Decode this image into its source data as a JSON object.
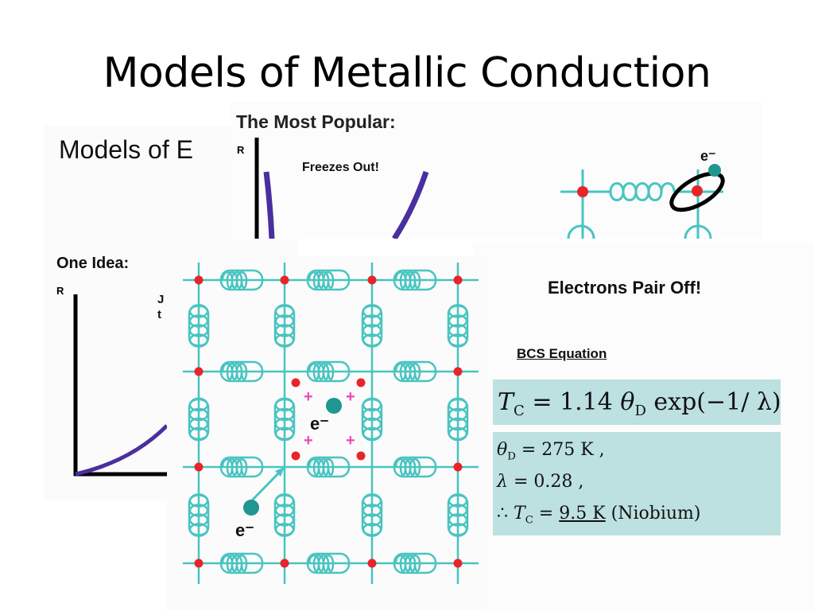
{
  "slide": {
    "title": "Models of Metallic Conduction"
  },
  "back_figure": {
    "title_fragment": "Models of E"
  },
  "popular": {
    "heading": "The Most Popular:",
    "axis_label": "R",
    "annotation": "Freezes Out!",
    "electron_label": "e⁻"
  },
  "one_idea": {
    "heading": "One Idea:",
    "axis_label": "R",
    "fragment_line1": "J",
    "fragment_line2": "t"
  },
  "lattice": {
    "electron_pair_label": "e⁻",
    "electron_incoming_label": "e⁻",
    "charge_symbol": "+"
  },
  "pairing": {
    "heading": "Electrons Pair Off!"
  },
  "bcs": {
    "heading": "BCS Equation",
    "eq_main_lhs": "T",
    "eq_main_lhs_sub": "C",
    "eq_main_coef": "= 1.14",
    "eq_main_theta": "θ",
    "eq_main_theta_sub": "D",
    "eq_main_rhs": "exp(−1/ λ)",
    "line1_symbol": "θ",
    "line1_sub": "D",
    "line1_value": "= 275  K ,",
    "line2_symbol": "λ",
    "line2_value": "= 0.28 ,",
    "line3_prefix": "∴",
    "line3_symbol": "T",
    "line3_sub": "C",
    "line3_eq": "=",
    "line3_value": "9.5 K",
    "line3_suffix": "(Niobium)"
  },
  "colors": {
    "lattice": "#48c4c0",
    "ion": "#e8242a",
    "electron": "#1f9690",
    "plus": "#e84ab8",
    "curve": "#4a2f9e",
    "eq_box": "#bde0e0"
  }
}
